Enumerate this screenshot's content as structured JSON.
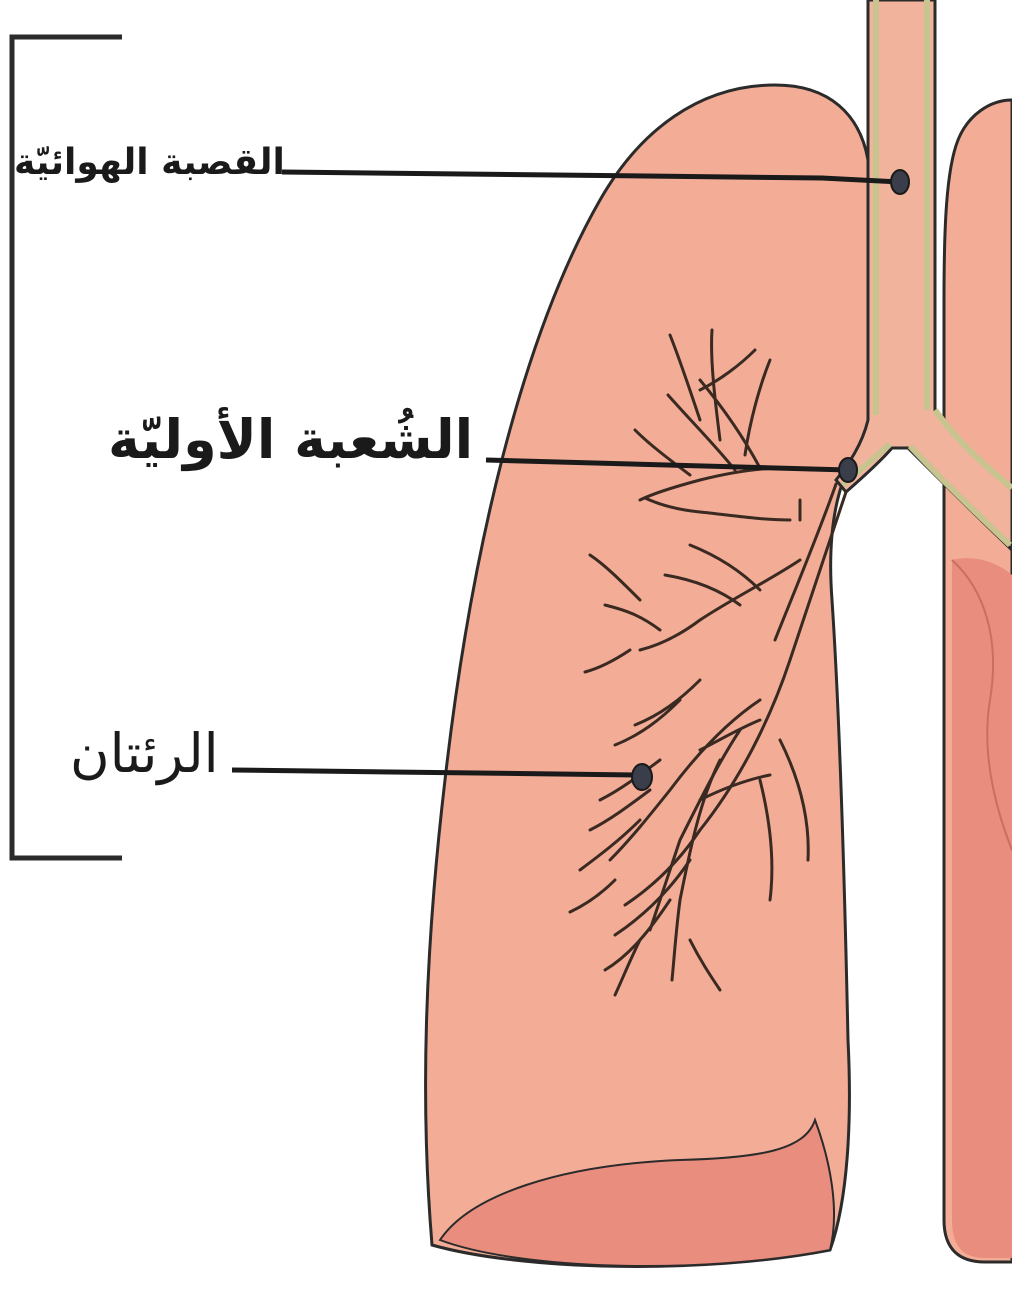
{
  "labels": {
    "trachea": "القصبة الهوائيّة",
    "bronchus": "الشُعبة الأوليّة",
    "lungs": "الرئتان"
  },
  "colors": {
    "lung_fill": "#f3ad97",
    "lung_shadow": "#e98d7e",
    "trachea_fill": "#f2b39d",
    "trachea_edge": "#c8c48f",
    "outline": "#2b2b2b",
    "pointer_dot": "#3a3d4a"
  }
}
